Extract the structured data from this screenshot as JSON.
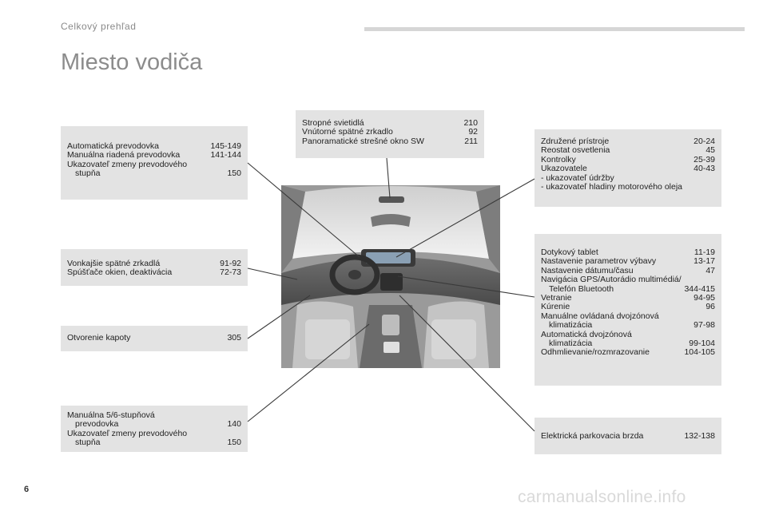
{
  "header": {
    "section": "Celkový prehľad"
  },
  "title": "Miesto vodiča",
  "page_number": "6",
  "watermark": "carmanualsonline.info",
  "boxes": {
    "auto": {
      "rows": [
        {
          "label": "Automatická prevodovka",
          "pages": "145-149"
        },
        {
          "label": "Manuálna riadená prevodovka",
          "pages": "141-144"
        },
        {
          "label": "Ukazovateľ zmeny prevodového",
          "pages": ""
        },
        {
          "label": "stupňa",
          "pages": "150"
        }
      ]
    },
    "mirrors": {
      "rows": [
        {
          "label": "Vonkajšie spätné zrkadlá",
          "pages": "91-92"
        },
        {
          "label": "Spúšťače okien, deaktivácia",
          "pages": "72-73"
        }
      ]
    },
    "bonnet": {
      "rows": [
        {
          "label": "Otvorenie kapoty",
          "pages": "305"
        }
      ]
    },
    "manual": {
      "rows": [
        {
          "label": "Manuálna 5/6-stupňová",
          "pages": ""
        },
        {
          "label": "prevodovka",
          "pages": "140"
        },
        {
          "label": "Ukazovateľ zmeny prevodového",
          "pages": ""
        },
        {
          "label": "stupňa",
          "pages": "150"
        }
      ]
    },
    "roof": {
      "rows": [
        {
          "label": "Stropné svietidlá",
          "pages": "210"
        },
        {
          "label": "Vnútorné spätné zrkadlo",
          "pages": "92"
        },
        {
          "label": "Panoramatické strešné okno SW",
          "pages": "211"
        }
      ]
    },
    "cluster": {
      "rows": [
        {
          "label": "Združené prístroje",
          "pages": "20-24"
        },
        {
          "label": "Reostat osvetlenia",
          "pages": "45"
        },
        {
          "label": "Kontrolky",
          "pages": "25-39"
        },
        {
          "label": "Ukazovatele",
          "pages": "40-43"
        }
      ],
      "sub": [
        "-   ukazovateľ údržby",
        "-   ukazovateľ hladiny motorového oleja"
      ]
    },
    "tablet": {
      "rows": [
        {
          "label": "Dotykový tablet",
          "pages": "11-19"
        },
        {
          "label": "Nastavenie parametrov výbavy",
          "pages": "13-17"
        },
        {
          "label": "Nastavenie dátumu/času",
          "pages": "47"
        },
        {
          "label": "Navigácia GPS/Autorádio multimédiá/",
          "pages": ""
        },
        {
          "label": "Telefón Bluetooth",
          "pages": "344-415"
        },
        {
          "label": "Vetranie",
          "pages": "94-95"
        },
        {
          "label": "Kúrenie",
          "pages": "96"
        },
        {
          "label": "Manuálne ovládaná dvojzónová",
          "pages": ""
        },
        {
          "label": "klimatizácia",
          "pages": "97-98"
        },
        {
          "label": "Automatická dvojzónová",
          "pages": ""
        },
        {
          "label": "klimatizácia",
          "pages": "99-104"
        },
        {
          "label": "Odhmlievanie/rozmrazovanie",
          "pages": "104-105"
        }
      ]
    },
    "brake": {
      "rows": [
        {
          "label": "Elektrická parkovacia brzda",
          "pages": "132-138"
        }
      ]
    }
  }
}
